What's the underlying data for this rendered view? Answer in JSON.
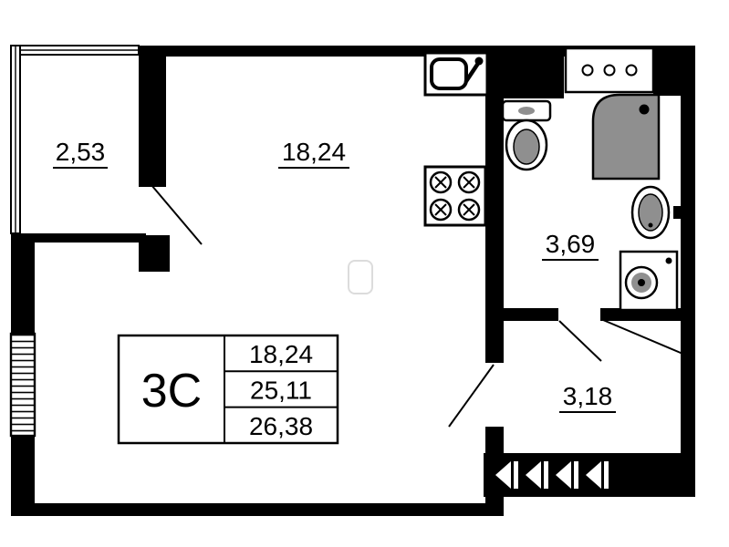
{
  "plan": {
    "title": "apartment-floor-plan",
    "balcony": {
      "area": "2,53"
    },
    "living": {
      "area": "18,24"
    },
    "bathroom": {
      "area": "3,69"
    },
    "hallway": {
      "area": "3,18"
    },
    "stamp": {
      "type": "3С",
      "values": [
        "18,24",
        "25,11",
        "26,38"
      ]
    },
    "colors": {
      "wall": "#000000",
      "fixture": "#8f8f8f",
      "faint": "#dcdcdc"
    },
    "icons": {
      "kitchen_sink": "kitchen-sink-icon",
      "stove": "stove-icon",
      "toilet": "toilet-icon",
      "shower": "corner-shower-icon",
      "wash_basin": "wash-basin-icon",
      "washing_machine": "washing-machine-icon",
      "vent_shaft": "vent-shaft-icon",
      "entrance": "entrance-arrows-icon"
    },
    "entrance_marks_count": 4
  }
}
